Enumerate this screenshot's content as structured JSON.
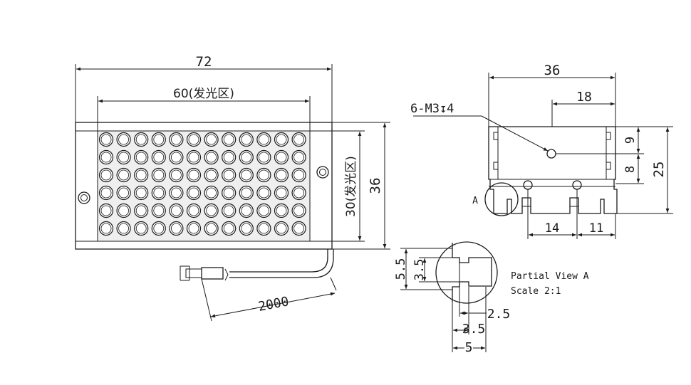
{
  "front_view": {
    "overall_width": "72",
    "emitting_width": "60(发光区)",
    "overall_height": "36",
    "emitting_height": "30(发光区)",
    "cable_length": "2000",
    "led_rows": 6,
    "led_cols": 12
  },
  "side_view": {
    "overall_width": "36",
    "hole_offset": "18",
    "thread_callout": "6-M3↧4",
    "dim_9": "9",
    "dim_8": "8",
    "height": "25",
    "dim_14": "14",
    "dim_11": "11",
    "view_label": "A"
  },
  "detail_view": {
    "dim_5_5": "5.5",
    "dim_3_5_v": "3.5",
    "dim_2_5": "2.5",
    "dim_3_5_h": "3.5",
    "dim_5": "5",
    "caption_line1": "Partial View A",
    "caption_line2": "Scale 2:1"
  }
}
